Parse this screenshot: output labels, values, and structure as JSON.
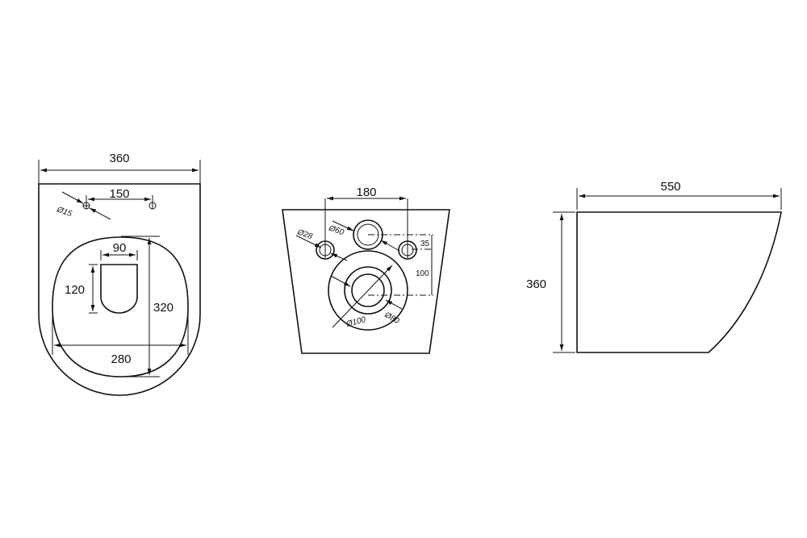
{
  "top_view": {
    "width": "360",
    "hole_spacing": "150",
    "hole_diameter": "Ø15",
    "seat_length": "320",
    "seat_width": "280",
    "opening_width": "90",
    "opening_length": "120"
  },
  "rear_view": {
    "pipe_spacing": "180",
    "small_pipe_diameter": "Ø28",
    "inlet_diameter": "Ø60",
    "outlet_inner_diameter": "Ø80",
    "outlet_outer_diameter": "Ø100",
    "offset_vertical": "35",
    "offset_outlet": "100"
  },
  "side_view": {
    "length": "550",
    "height": "360"
  }
}
